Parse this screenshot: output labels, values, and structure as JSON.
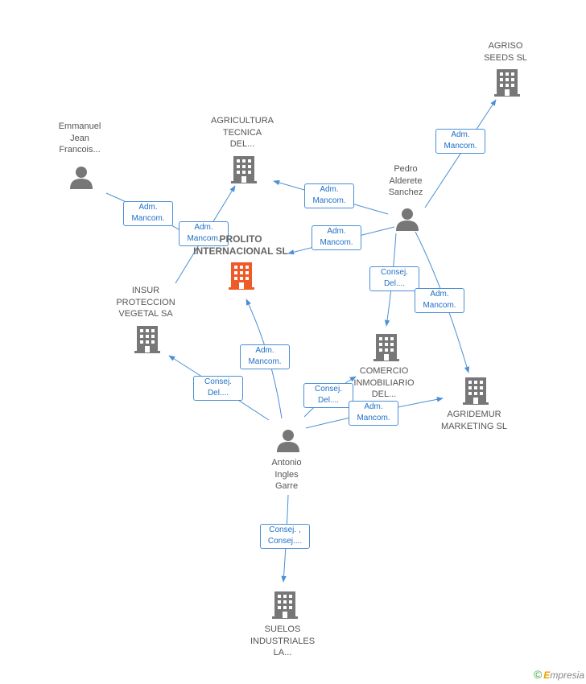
{
  "colors": {
    "edge": "#4a8fd6",
    "edge_label_text": "#1f6fc5",
    "node_icon": "#777777",
    "main_company_icon": "#f05a28",
    "label_text": "#555555"
  },
  "nodes": [
    {
      "id": "agriso",
      "kind": "company",
      "label": [
        "AGRISO",
        "SEEDS SL"
      ]
    },
    {
      "id": "agricultura",
      "kind": "company",
      "label": [
        "AGRICULTURA",
        "TECNICA",
        "DEL..."
      ]
    },
    {
      "id": "emmanuel",
      "kind": "person",
      "label": [
        "Emmanuel",
        "Jean",
        "Francois..."
      ]
    },
    {
      "id": "pedro",
      "kind": "person",
      "label": [
        "Pedro",
        "Alderete",
        "Sanchez"
      ]
    },
    {
      "id": "main",
      "kind": "company",
      "main": true,
      "label": [
        "PROLITO",
        "INTERNACIONAL SL"
      ]
    },
    {
      "id": "insur",
      "kind": "company",
      "label": [
        "INSUR",
        "PROTECCION",
        "VEGETAL SA"
      ]
    },
    {
      "id": "comercio",
      "kind": "company",
      "label": [
        "COMERCIO",
        "INMOBILIARIO",
        "DEL..."
      ]
    },
    {
      "id": "agridemur",
      "kind": "company",
      "label": [
        "AGRIDEMUR",
        "MARKETING SL"
      ]
    },
    {
      "id": "antonio",
      "kind": "person",
      "label": [
        "Antonio",
        "Ingles",
        "Garre"
      ]
    },
    {
      "id": "suelos",
      "kind": "company",
      "label": [
        "SUELOS",
        "INDUSTRIALES",
        "LA..."
      ]
    }
  ],
  "edges": [
    {
      "id": "pedro-agriso",
      "label": [
        "Adm.",
        "Mancom."
      ]
    },
    {
      "id": "pedro-agricultura",
      "label": [
        "Adm.",
        "Mancom."
      ]
    },
    {
      "id": "pedro-main",
      "label": [
        "Adm.",
        "Mancom."
      ]
    },
    {
      "id": "pedro-comercio",
      "label": [
        "Consej.",
        "Del...."
      ]
    },
    {
      "id": "pedro-agridemur",
      "label": [
        "Adm.",
        "Mancom."
      ]
    },
    {
      "id": "emmanuel-main",
      "label": [
        "Adm.",
        "Mancom."
      ]
    },
    {
      "id": "insur-agricultura",
      "label": [
        "Adm.",
        "Mancom."
      ]
    },
    {
      "id": "antonio-main",
      "label": [
        "Adm.",
        "Mancom."
      ]
    },
    {
      "id": "antonio-insur",
      "label": [
        "Consej.",
        "Del...."
      ]
    },
    {
      "id": "antonio-comercio",
      "label": [
        "Consej.",
        "Del...."
      ]
    },
    {
      "id": "antonio-agridemur",
      "label": [
        "Adm.",
        "Mancom."
      ]
    },
    {
      "id": "antonio-suelos",
      "label": [
        "Consej. ,",
        "Consej...."
      ]
    }
  ],
  "brand": {
    "copyright_symbol": "©",
    "first_letter": "E",
    "rest": "mpresia"
  }
}
